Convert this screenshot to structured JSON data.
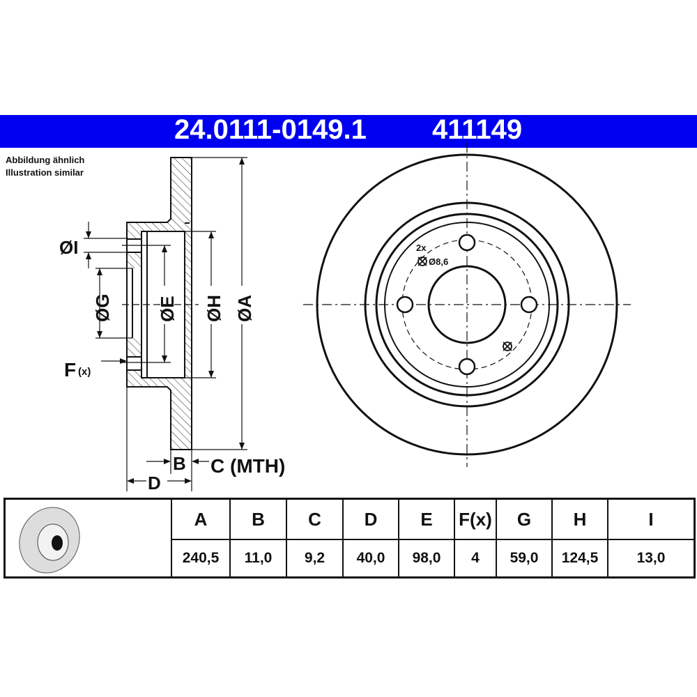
{
  "header": {
    "part_number": "24.0111-0149.1",
    "short_number": "411149"
  },
  "notes": {
    "de": "Abbildung ähnlich",
    "en": "Illustration similar"
  },
  "drawing": {
    "labels": {
      "I": "ØI",
      "G": "ØG",
      "E": "ØE",
      "H": "ØH",
      "A": "ØA",
      "F": "F",
      "F_sub": "(x)",
      "B": "B",
      "C": "C (MTH)",
      "D": "D",
      "holes_count": "2x",
      "holes_dia": "Ø8,6"
    }
  },
  "table": {
    "columns": [
      {
        "h": "A",
        "v": "240,5"
      },
      {
        "h": "B",
        "v": "11,0"
      },
      {
        "h": "C",
        "v": "9,2"
      },
      {
        "h": "D",
        "v": "40,0"
      },
      {
        "h": "E",
        "v": "98,0"
      },
      {
        "h": "F(x)",
        "v": "4"
      },
      {
        "h": "G",
        "v": "59,0"
      },
      {
        "h": "H",
        "v": "124,5"
      },
      {
        "h": "I",
        "v": "13,0"
      }
    ]
  },
  "colors": {
    "banner": "#0000f0"
  }
}
